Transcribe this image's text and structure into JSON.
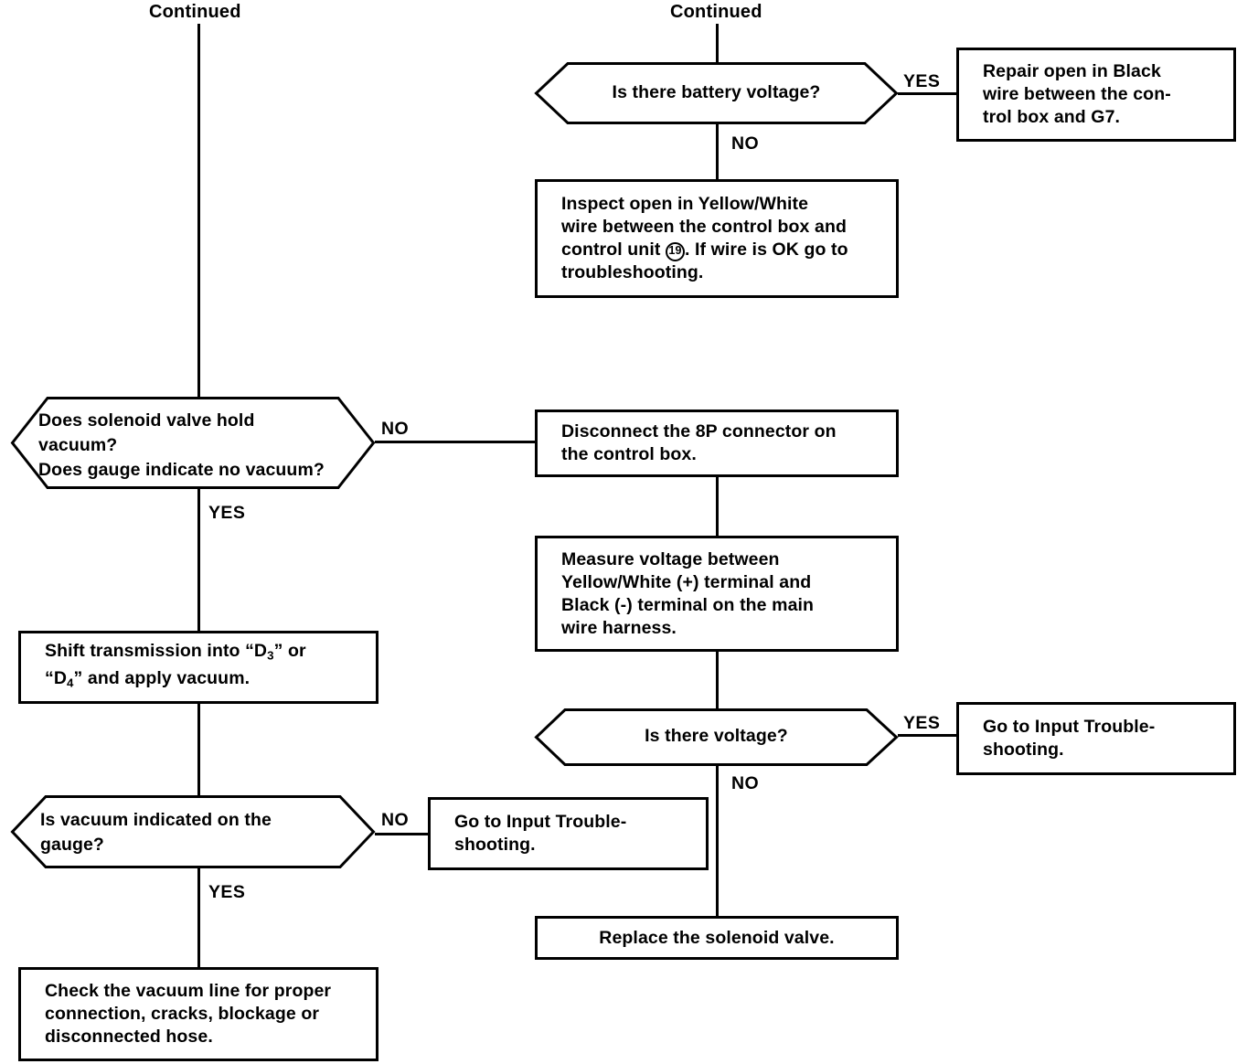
{
  "diagram": {
    "type": "flowchart",
    "title": "Automatic transmission control box / solenoid valve troubleshooting flowchart",
    "headers": {
      "left_continued": "Continued",
      "right_continued": "Continued"
    },
    "branch_labels": {
      "battery_voltage_yes": "YES",
      "battery_voltage_no": "NO",
      "solenoid_hold_no": "NO",
      "solenoid_hold_yes": "YES",
      "is_there_voltage_yes": "YES",
      "is_there_voltage_no": "NO",
      "vacuum_gauge_no": "NO",
      "vacuum_gauge_yes": "YES"
    },
    "nodes": {
      "battery_voltage": {
        "shape": "decision",
        "text": "Is there battery voltage?"
      },
      "repair_black_wire": {
        "shape": "process",
        "lines": [
          "Repair open in Black",
          "wire between the con-",
          "trol box and G7."
        ]
      },
      "inspect_yellow_white": {
        "shape": "process",
        "lines_html": [
          "Inspect open in Yellow/White",
          "wire between the control box and",
          "control unit <span class=\"circnum\">19</span>. If wire is OK go to",
          "troubleshooting."
        ],
        "circled_reference": "19"
      },
      "solenoid_hold_vacuum": {
        "shape": "decision",
        "lines": [
          "Does solenoid valve hold",
          "vacuum?",
          "Does gauge indicate no vacuum?"
        ]
      },
      "disconnect_8p": {
        "shape": "process",
        "lines": [
          "Disconnect the 8P connector on",
          "the control box."
        ]
      },
      "measure_voltage": {
        "shape": "process",
        "lines": [
          "Measure voltage between",
          "Yellow/White (+) terminal and",
          "Black (-) terminal on the main",
          "wire harness."
        ]
      },
      "shift_transmission": {
        "shape": "process",
        "lines_html": [
          "Shift transmission into “D<sub>3</sub>” or",
          "“D<sub>4</sub>” and apply vacuum."
        ]
      },
      "is_there_voltage": {
        "shape": "decision",
        "text": "Is there voltage?"
      },
      "goto_input_ts_right": {
        "shape": "process",
        "lines": [
          "Go to Input Trouble-",
          "shooting."
        ]
      },
      "vacuum_indicated": {
        "shape": "decision",
        "lines": [
          "Is vacuum indicated on the",
          "gauge?"
        ]
      },
      "goto_input_ts_left": {
        "shape": "process",
        "lines": [
          "Go to Input Trouble-",
          "shooting."
        ]
      },
      "replace_solenoid": {
        "shape": "process",
        "text": "Replace the solenoid valve."
      },
      "check_vacuum_line": {
        "shape": "process",
        "lines": [
          "Check the vacuum line for proper",
          "connection, cracks, blockage or",
          "disconnected hose."
        ]
      }
    },
    "colors": {
      "ink": "#000000",
      "paper": "#ffffff"
    }
  }
}
